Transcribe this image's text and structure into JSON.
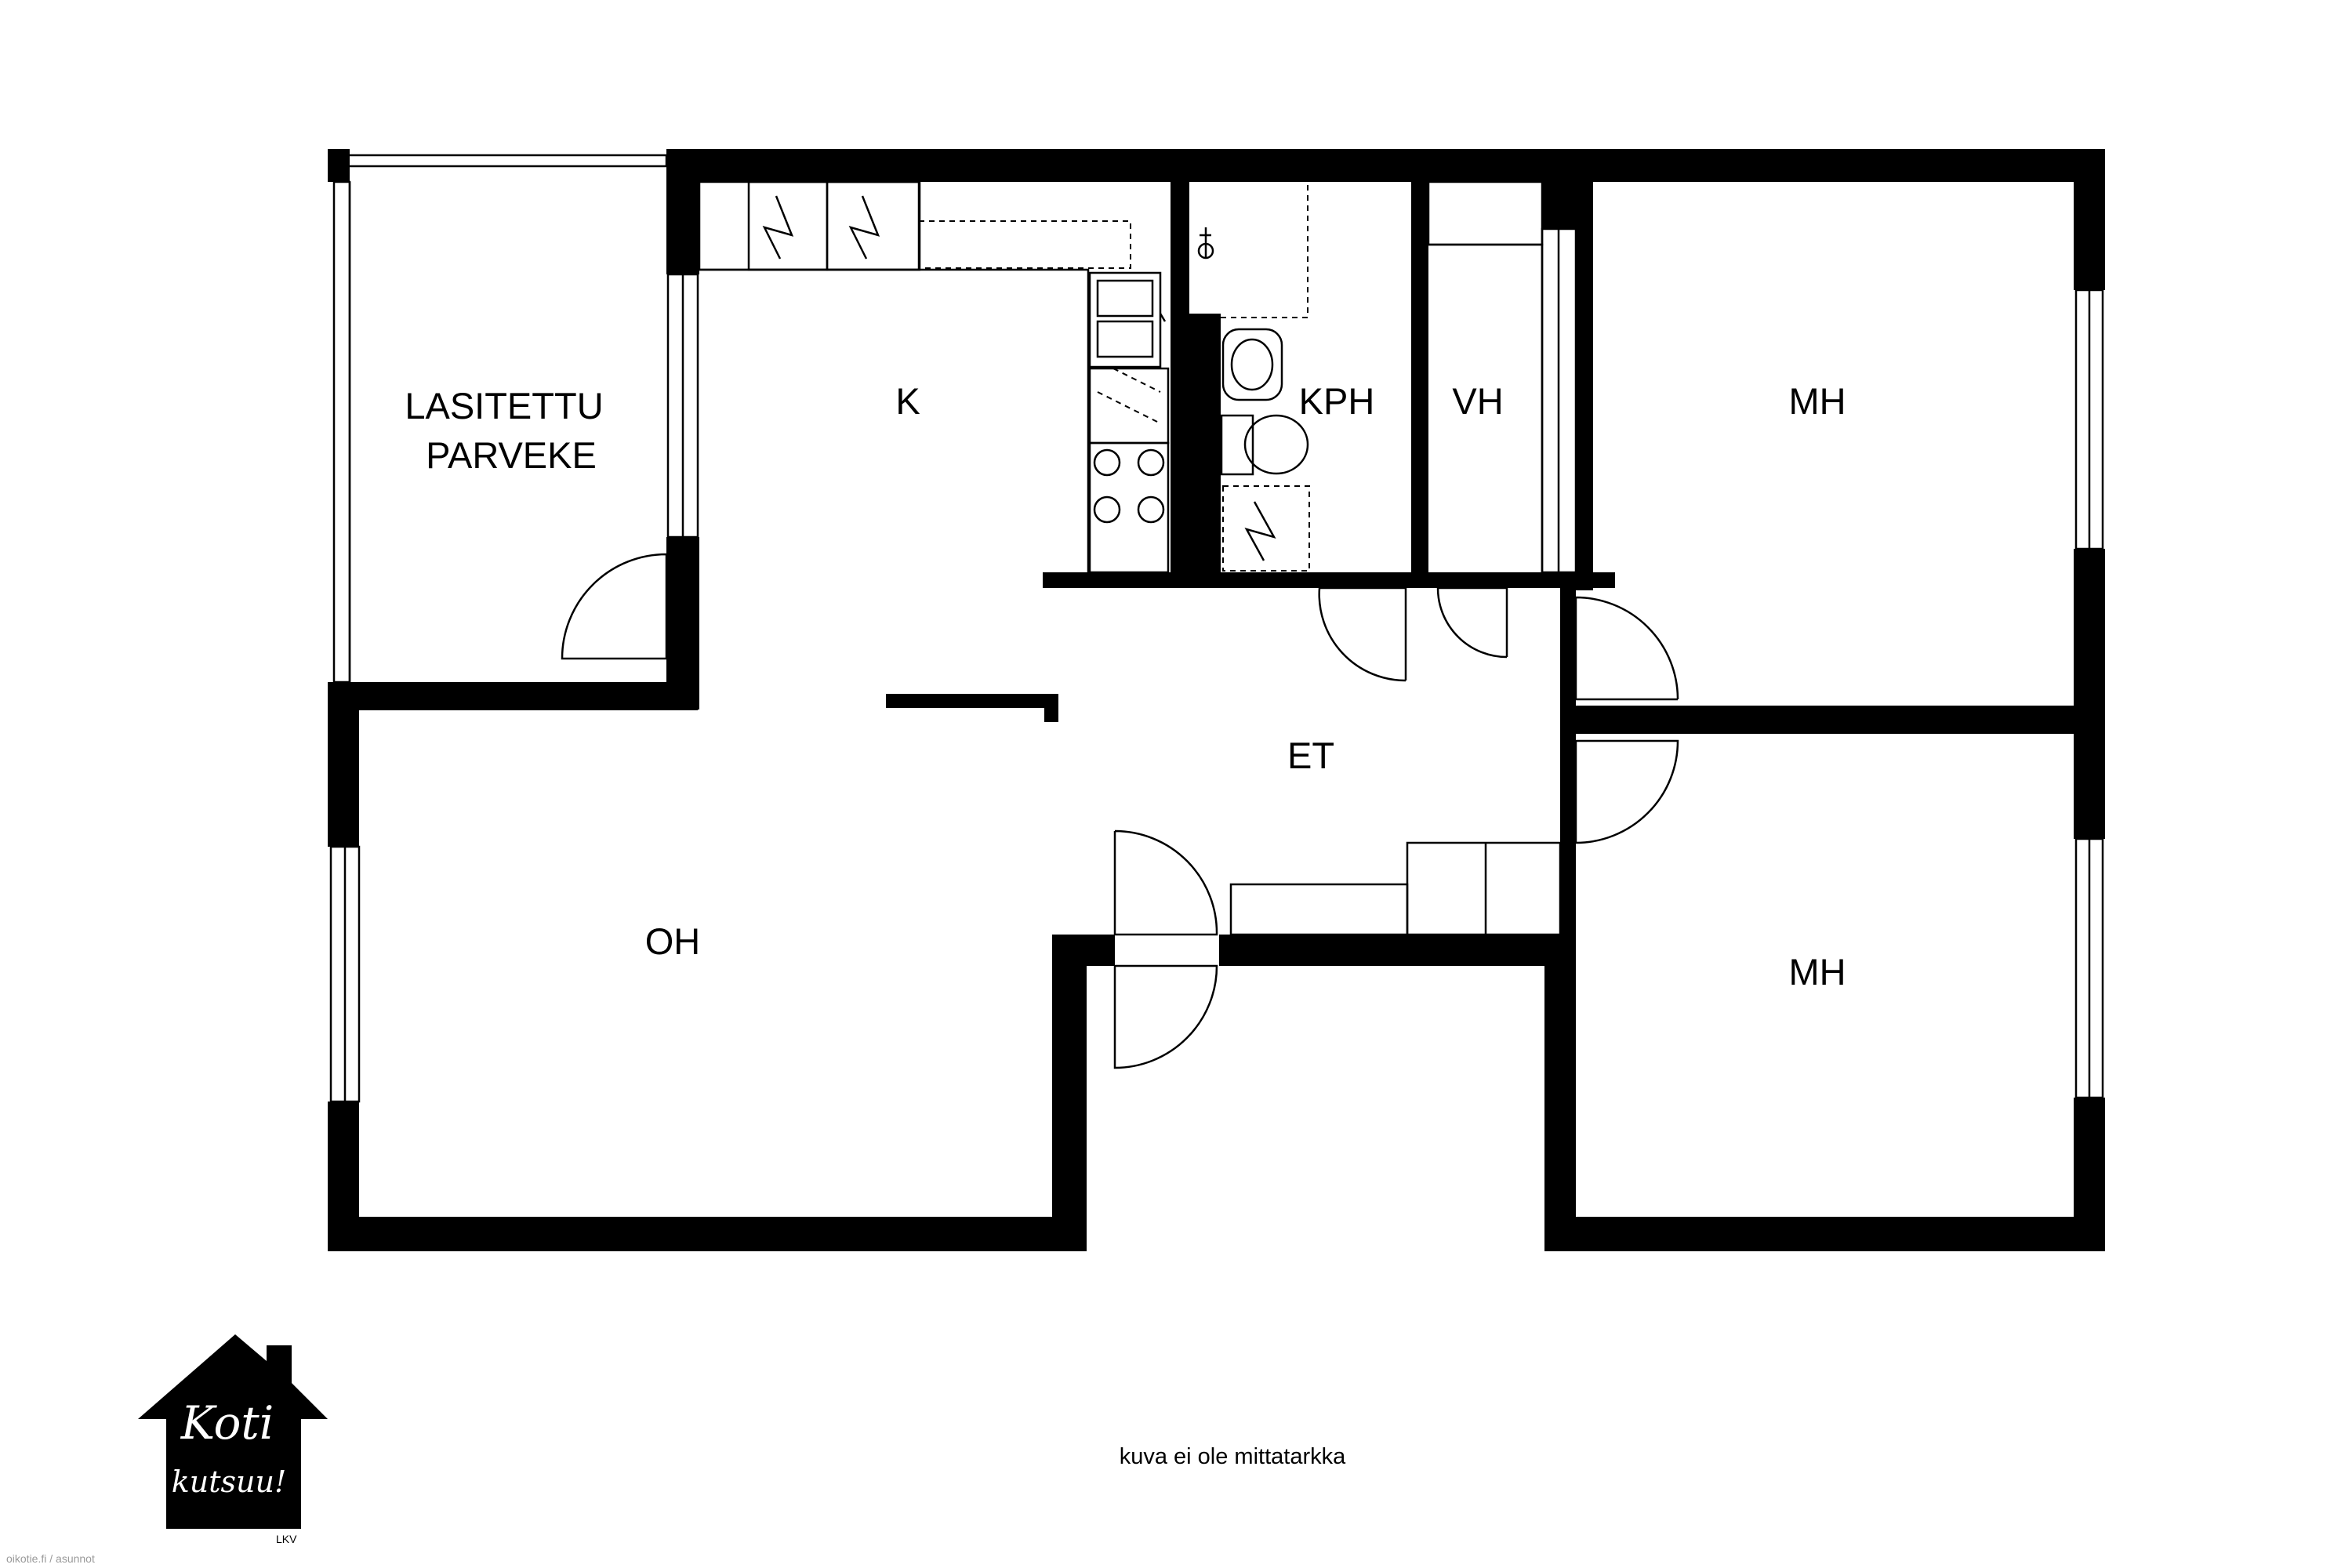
{
  "rooms": {
    "balcony_line1": "LASITETTU",
    "balcony_line2": "PARVEKE",
    "kitchen": "K",
    "bathroom": "KPH",
    "wardrobe": "VH",
    "bedroom_top": "MH",
    "bedroom_bottom": "MH",
    "hall": "ET",
    "living": "OH"
  },
  "note": "kuva ei ole mittatarkka",
  "logo": {
    "text_line1": "Koti",
    "text_line2": "kutsuu!",
    "tag": "LKV"
  },
  "watermark": "oikotie.fi / asunnot",
  "colors": {
    "ink": "#000000",
    "paper": "#ffffff"
  }
}
